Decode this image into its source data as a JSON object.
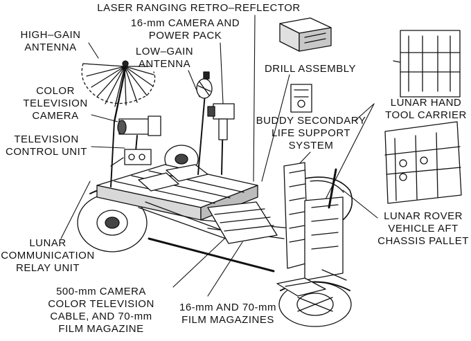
{
  "colors": {
    "ink": "#111111",
    "paper": "#ffffff",
    "shade": "#6a6a6a"
  },
  "labels": {
    "laser": "LASER RANGING RETRO–REFLECTOR",
    "camera16": "16-mm CAMERA AND\nPOWER PACK",
    "high_gain": "HIGH–GAIN\nANTENNA",
    "low_gain": "LOW–GAIN\nANTENNA",
    "drill": "DRILL ASSEMBLY",
    "color_tv": "COLOR\nTELEVISION\nCAMERA",
    "buddy": "BUDDY SECONDARY\nLIFE SUPPORT\nSYSTEM",
    "hand_tool": "LUNAR HAND\nTOOL CARRIER",
    "tv_control": "TELEVISION\nCONTROL UNIT",
    "lcru": "LUNAR\nCOMMUNICATION\nRELAY UNIT",
    "pallet": "LUNAR ROVER\nVEHICLE AFT\nCHASSIS PALLET",
    "camera500": "500-mm CAMERA\nCOLOR TELEVISION\nCABLE, AND 70-mm\nFILM MAGAZINE",
    "film": "16-mm AND 70-mm\nFILM MAGAZINES"
  }
}
